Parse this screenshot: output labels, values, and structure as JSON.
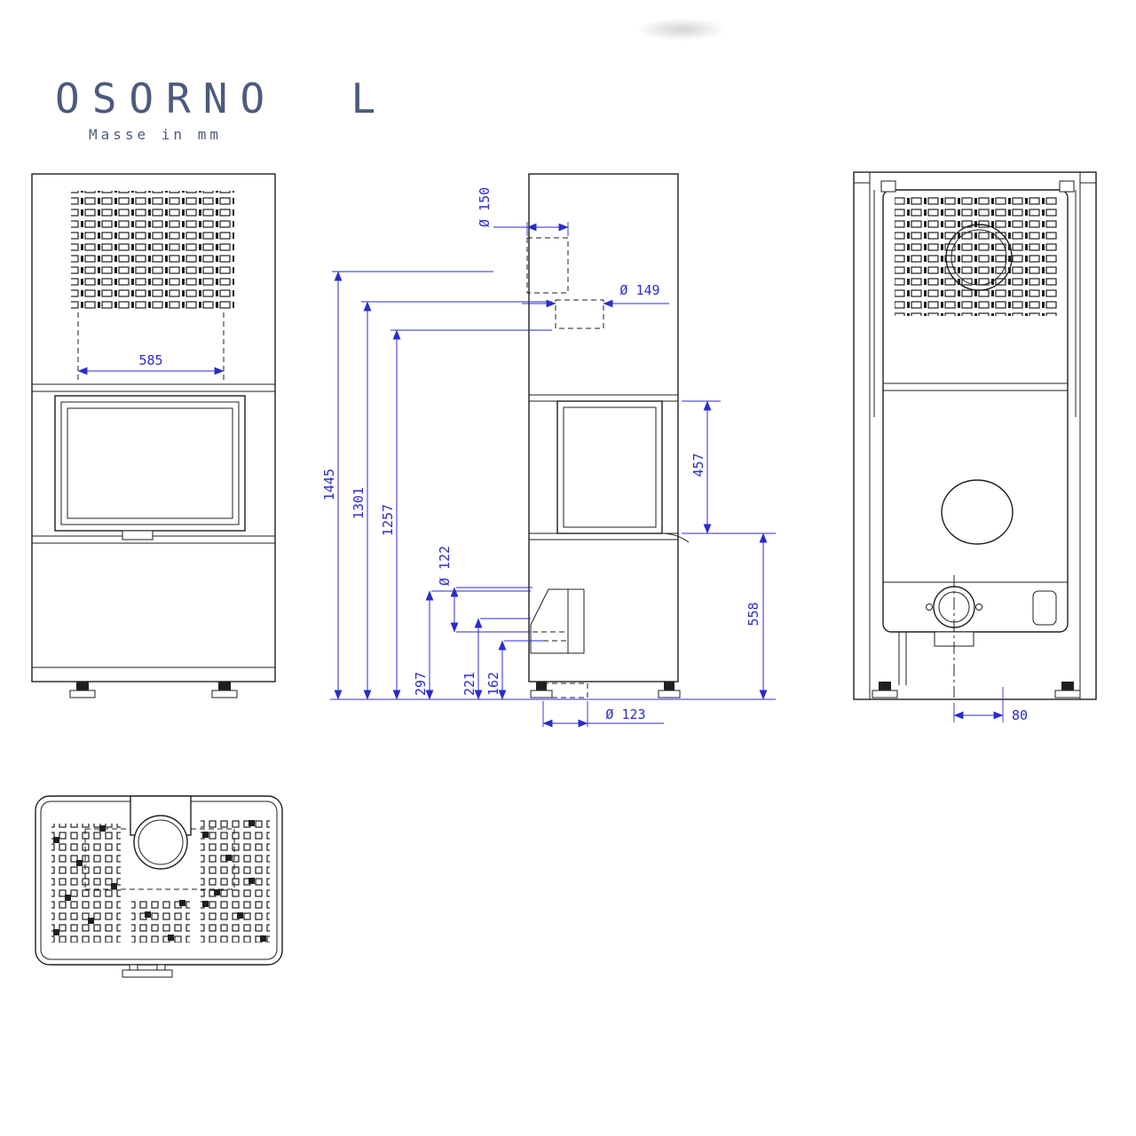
{
  "title": "OSORNO  L",
  "subtitle": "Masse in mm",
  "colors": {
    "line": "#1f1f1f",
    "dimension": "#2b2bd0",
    "title": "#4c5a7d"
  },
  "dimensions": {
    "front_width": "585",
    "total_height": "1445",
    "rear_flue_height": "1301",
    "rear_flue_center_height": "1257",
    "top_flue_diameter": "Ø 150",
    "rear_flue_diameter": "Ø 149",
    "door_height": "457",
    "intake_diameter": "Ø 122",
    "intake_top_height": "297",
    "intake_center_height": "221",
    "intake_bottom_height": "162",
    "bottom_outlet_diameter": "Ø 123",
    "handle_height": "558",
    "rear_offset": "80"
  }
}
